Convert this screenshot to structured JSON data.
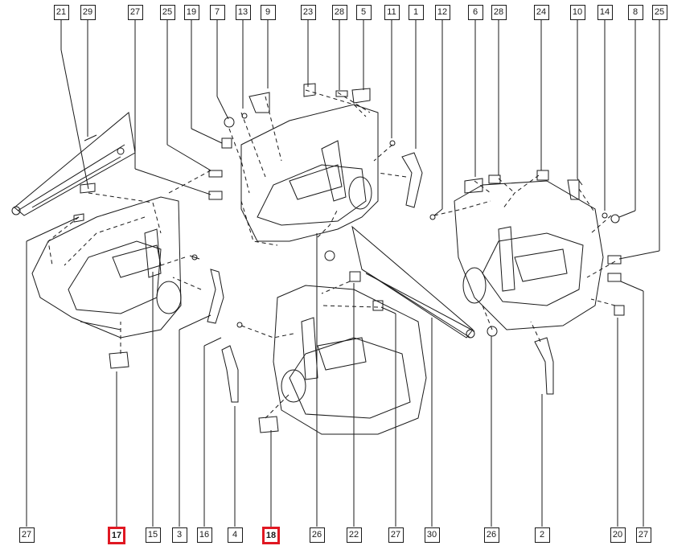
{
  "diagram": {
    "top_callouts": [
      {
        "label": "21"
      },
      {
        "label": "29"
      },
      {
        "label": "27"
      },
      {
        "label": "25"
      },
      {
        "label": "19"
      },
      {
        "label": "7"
      },
      {
        "label": "13"
      },
      {
        "label": "9"
      },
      {
        "label": "23"
      },
      {
        "label": "28"
      },
      {
        "label": "5"
      },
      {
        "label": "11"
      },
      {
        "label": "1"
      },
      {
        "label": "12"
      },
      {
        "label": "6"
      },
      {
        "label": "28"
      },
      {
        "label": "24"
      },
      {
        "label": "10"
      },
      {
        "label": "14"
      },
      {
        "label": "8"
      },
      {
        "label": "25"
      }
    ],
    "bottom_callouts": [
      {
        "label": "27",
        "highlighted": false
      },
      {
        "label": "17",
        "highlighted": true
      },
      {
        "label": "15",
        "highlighted": false
      },
      {
        "label": "3",
        "highlighted": false
      },
      {
        "label": "16",
        "highlighted": false
      },
      {
        "label": "4",
        "highlighted": false
      },
      {
        "label": "18",
        "highlighted": true
      },
      {
        "label": "26",
        "highlighted": false
      },
      {
        "label": "22",
        "highlighted": false
      },
      {
        "label": "27",
        "highlighted": false
      },
      {
        "label": "30",
        "highlighted": false
      },
      {
        "label": "26",
        "highlighted": false
      },
      {
        "label": "2",
        "highlighted": false
      },
      {
        "label": "20",
        "highlighted": false
      },
      {
        "label": "27",
        "highlighted": false
      }
    ],
    "colors": {
      "line": "#1a1a1a",
      "highlight": "#e01822",
      "background": "#ffffff"
    }
  }
}
